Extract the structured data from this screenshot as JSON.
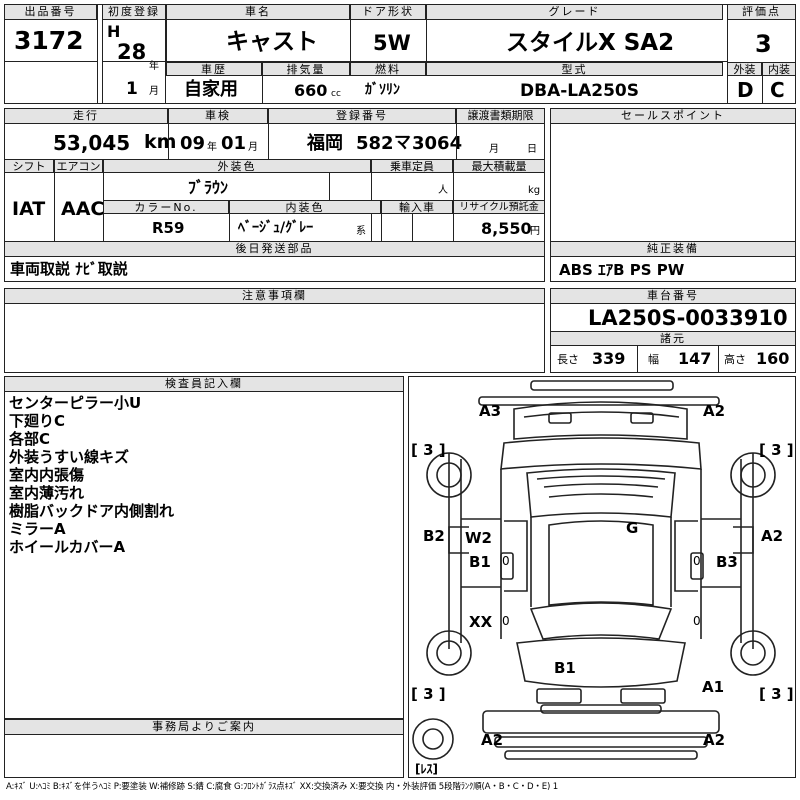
{
  "header": {
    "lot_label": "出品番号",
    "lot_no": "3172",
    "first_reg_label": "初度登録",
    "era": "H",
    "year": "28",
    "year_unit": "年",
    "month": "1",
    "month_unit": "月",
    "name_label": "車名",
    "name": "キャスト",
    "door_label": "ドア形状",
    "door": "5W",
    "grade_label": "グレード",
    "grade": "スタイルX SA2",
    "score_label": "評価点",
    "score": "3",
    "history_label": "車歴",
    "history": "自家用",
    "displacement_label": "排気量",
    "displacement": "660",
    "cc_unit": "cc",
    "fuel_label": "燃料",
    "fuel": "ｶﾞｿﾘﾝ",
    "model_label": "型式",
    "model": "DBA-LA250S",
    "ext_label": "外装",
    "ext_grade": "D",
    "int_label": "内装",
    "int_grade": "C"
  },
  "row2": {
    "mileage_label": "走行",
    "mileage": "53,045",
    "mileage_unit": "km",
    "inspection_label": "車検",
    "insp_year": "09",
    "insp_year_unit": "年",
    "insp_month": "01",
    "insp_month_unit": "月",
    "reg_no_label": "登録番号",
    "reg_area": "福岡",
    "reg_class": "582",
    "reg_kana": "マ",
    "reg_number": "3064",
    "transfer_label": "譲渡書類期限",
    "transfer_month_unit": "月",
    "transfer_day_unit": "日",
    "shift_label": "シフト",
    "shift": "IAT",
    "ac_label": "エアコン",
    "ac": "AAC",
    "color_label": "外装色",
    "color": "ﾌﾞﾗｳﾝ",
    "capacity_label": "乗車定員",
    "capacity_unit": "人",
    "load_label": "最大積載量",
    "load_unit": "kg",
    "color_no_label": "カラーNo.",
    "color_no": "R59",
    "interior_color_label": "内装色",
    "interior_color": "ﾍﾞｰｼﾞｭ/ｸﾞﾚｰ",
    "interior_color_suffix": "系",
    "import_label": "輸入車",
    "recycle_label": "リサイクル預託金",
    "recycle": "8,550",
    "recycle_unit": "円",
    "later_parts_label": "後日発送部品",
    "later_parts": "車両取説 ﾅﾋﾞ取説"
  },
  "right": {
    "sales_point_label": "セールスポイント",
    "genuine_label": "純正装備",
    "genuine": "ABS ｴｱB PS PW",
    "chassis_label": "車台番号",
    "chassis": "LA250S-0033910",
    "dims_label": "諸元",
    "length_label": "長さ",
    "length": "339",
    "width_label": "幅",
    "width": "147",
    "height_label": "高さ",
    "height": "160"
  },
  "caution_label": "注意事項欄",
  "inspector": {
    "label": "検査員記入欄",
    "notes": [
      "センターピラー小U",
      "下廻りC",
      "各部C",
      "外装うすい線キズ",
      "室内内張傷",
      "室内薄汚れ",
      "樹脂バックドア内側割れ",
      "ミラーA",
      "ホイールカバーA"
    ]
  },
  "office_label": "事務局よりご案内",
  "diagram": {
    "marks": {
      "rear_left": "A3",
      "rear_right": "A2",
      "tire_rl": "[ 3 ]",
      "tire_rr": "[ 3 ]",
      "side_l": "B2",
      "side_r": "A2",
      "w2": "W2",
      "b1_left": "B1",
      "roof": "G",
      "b3": "B3",
      "xx": "XX",
      "hood": "B1",
      "tire_fl": "[ 3 ]",
      "tire_fr": "[ 3 ]",
      "a1": "A1",
      "front_l": "A2",
      "front_r": "A2",
      "spare": "[ﾚｽ]",
      "zero_1": "0",
      "zero_2": "0",
      "zero_3": "0",
      "zero_4": "0"
    }
  },
  "legend": "A:ｷｽﾞ U:ﾍｺﾐ B:ｷｽﾞを伴うﾍｺﾐ P:要塗装 W:補修跡 S:錆 C:腐食 G:ﾌﾛﾝﾄｶﾞﾗｽ点ｷｽﾞ XX:交換済み X:要交換 内・外装評価 5段階ﾗﾝｸ順(A・B・C・D・E) 1"
}
